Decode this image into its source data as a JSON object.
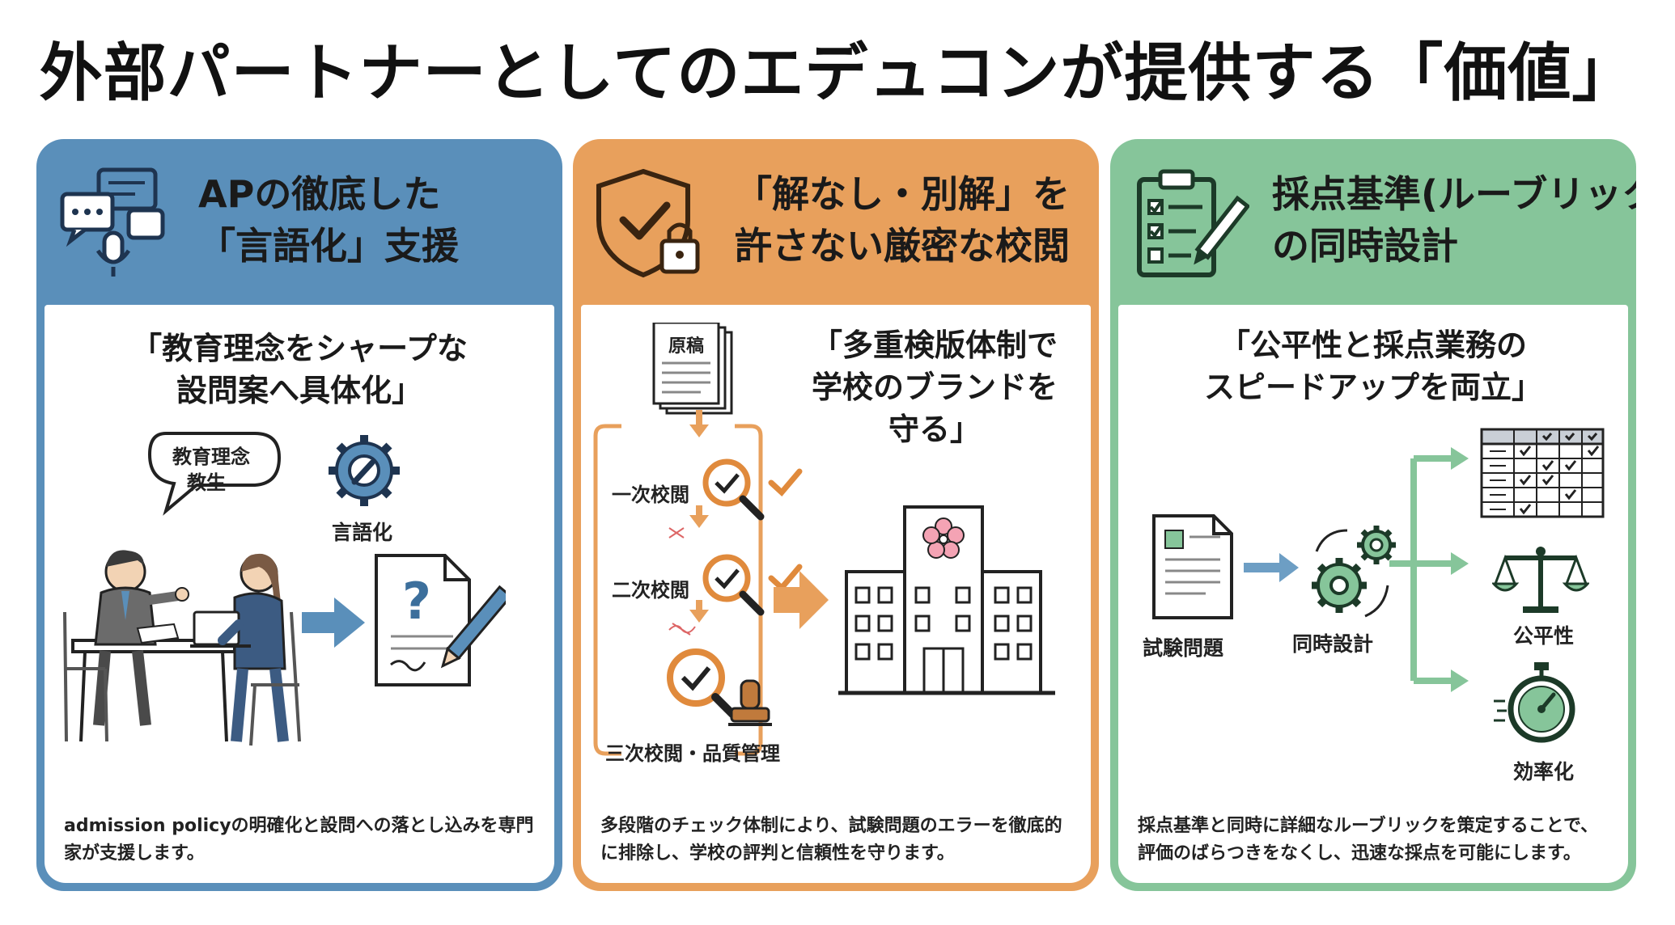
{
  "title": "外部パートナーとしてのエデュコンが提供する「価値」",
  "cards": [
    {
      "title_lines": [
        "APの徹底した",
        "「言語化」支援"
      ],
      "subtitle_lines": [
        "「教育理念をシャープな",
        "設問案へ具体化」"
      ],
      "bubble_lines": [
        "教育理念",
        "教生"
      ],
      "gear_label": "言語化",
      "description": "admission policyの明確化と設問への落とし込みを専門家が支援します。",
      "accent": "#5a8fba"
    },
    {
      "title_lines": [
        "「解なし・別解」を",
        "許さない厳密な校閲"
      ],
      "subtitle_lines": [
        "「多重検版体制で",
        "学校のブランドを",
        "守る」"
      ],
      "doc_label": "原稿",
      "steps": [
        "一次校閲",
        "二次校閲",
        "三次校閲・品質管理"
      ],
      "description": "多段階のチェック体制により、試験問題のエラーを徹底的に排除し、学校の評判と信頼性を守ります。",
      "accent": "#e8a05c"
    },
    {
      "title_lines": [
        "採点基準(ルーブリック)",
        "の同時設計"
      ],
      "subtitle_lines": [
        "「公平性と採点業務の",
        "スピードアップを両立」"
      ],
      "flow_labels": [
        "試験問題",
        "同時設計"
      ],
      "outcome_labels": [
        "公平性",
        "効率化"
      ],
      "description": "採点基準と同時に詳細なルーブリックを策定することで、評価のばらつきをなくし、迅速な採点を可能にします。",
      "accent": "#86c59a"
    }
  ]
}
